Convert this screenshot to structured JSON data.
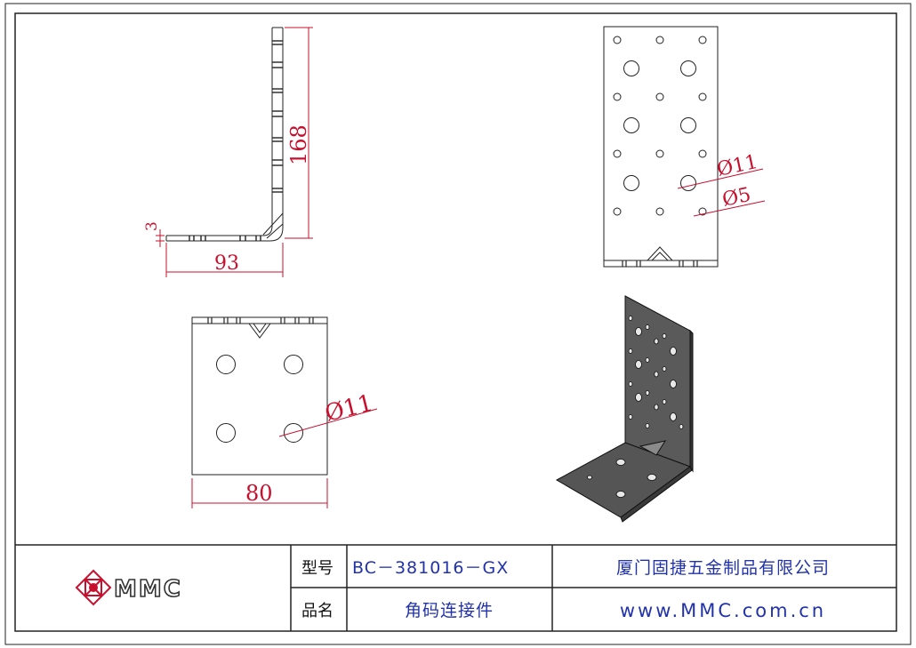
{
  "dimensions": {
    "thickness": "3",
    "height": "168",
    "length": "93",
    "width": "80",
    "hole_large_top": "Ø11",
    "hole_small": "Ø5",
    "hole_large_bottom": "Ø11"
  },
  "title_block": {
    "logo": "MMC",
    "model_label": "型号",
    "model_value": "BC－381016－GX",
    "company": "厦门固捷五金制品有限公司",
    "name_label": "品名",
    "name_value": "角码连接件",
    "website": "www.MMC.com.cn"
  },
  "colors": {
    "dimension": "#c8102e",
    "title_text": "#2233aa",
    "part_fill": "#5a5a5a"
  }
}
